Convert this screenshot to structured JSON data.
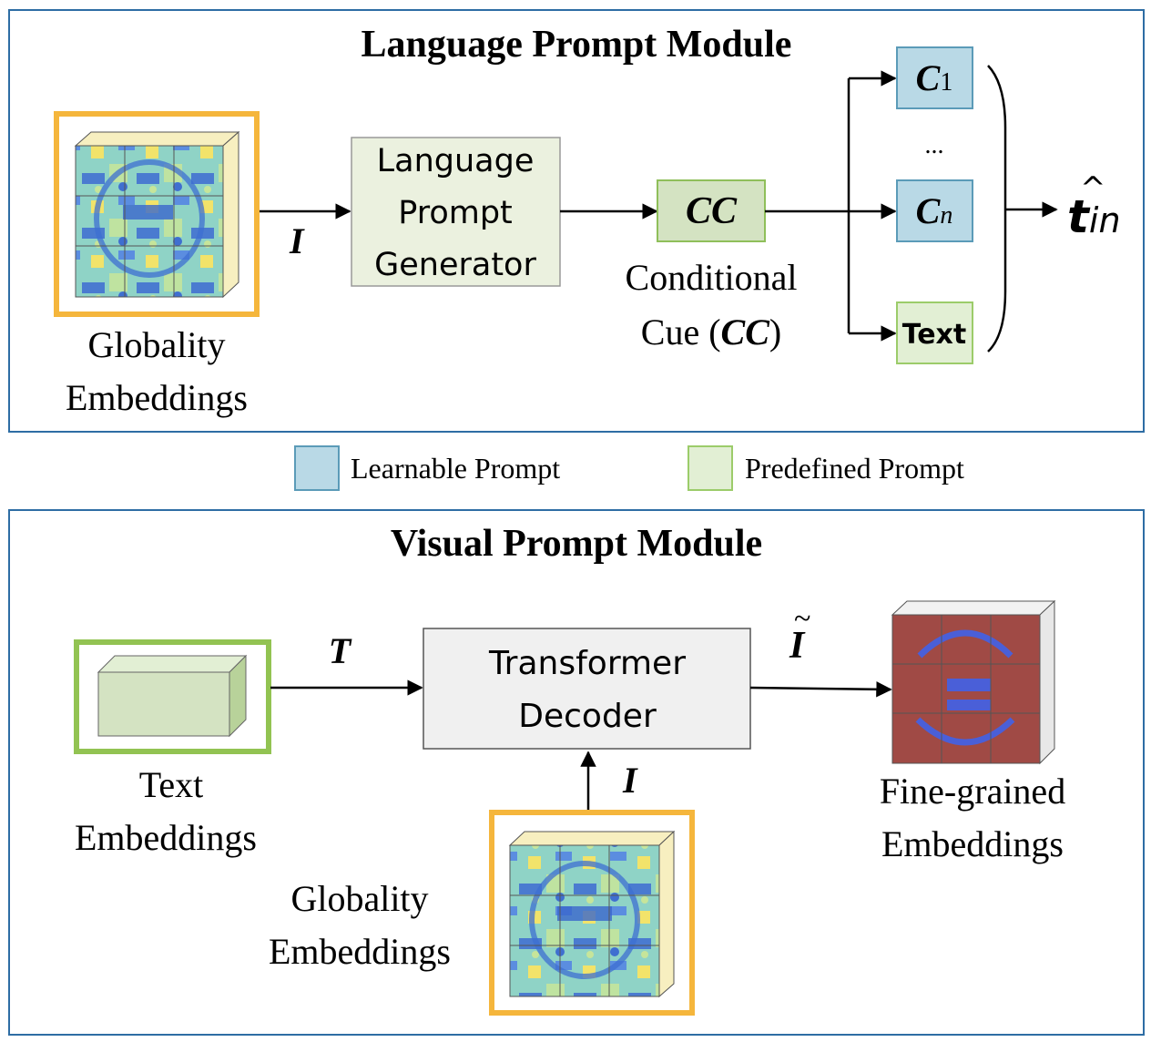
{
  "language_module": {
    "title": "Language Prompt Module",
    "globality_label": [
      "Globality",
      "Embeddings"
    ],
    "input_symbol": "I",
    "generator_label": [
      "Language",
      "Prompt",
      "Generator"
    ],
    "cc_symbol": "CC",
    "cc_caption_line1": "Conditional",
    "cc_caption_prefix": "Cue (",
    "cc_caption_symbol": "CC",
    "cc_caption_suffix": ")",
    "prompt_c1": "C",
    "prompt_c1_sub": "1",
    "prompt_ellipsis": "...",
    "prompt_cn": "C",
    "prompt_cn_sub": "n",
    "prompt_text": "Text",
    "output_symbol": "t",
    "output_hat": "^",
    "output_sub": "in"
  },
  "legend": {
    "learnable": "Learnable Prompt",
    "predefined": "Predefined Prompt"
  },
  "visual_module": {
    "title": "Visual Prompt Module",
    "text_label": [
      "Text",
      "Embeddings"
    ],
    "text_symbol": "T",
    "decoder_label": [
      "Transformer",
      "Decoder"
    ],
    "input_symbol": "I",
    "output_symbol": "I",
    "output_tilde": "~",
    "globality_label": [
      "Globality",
      "Embeddings"
    ],
    "fine_label": [
      "Fine-grained",
      "Embeddings"
    ]
  },
  "colors": {
    "frame_blue": "#2e6da4",
    "learnable_fill": "#b9d9e6",
    "learnable_stroke": "#5b9bb8",
    "predefined_fill": "#e2efd4",
    "predefined_stroke": "#9ccc6a",
    "cc_fill": "#d4e3c2",
    "cc_stroke": "#8fbf5a",
    "generator_fill": "#ebf1df",
    "orange_frame": "#f5b63c",
    "green_frame": "#92c352",
    "decoder_fill": "#f0f0f0"
  }
}
